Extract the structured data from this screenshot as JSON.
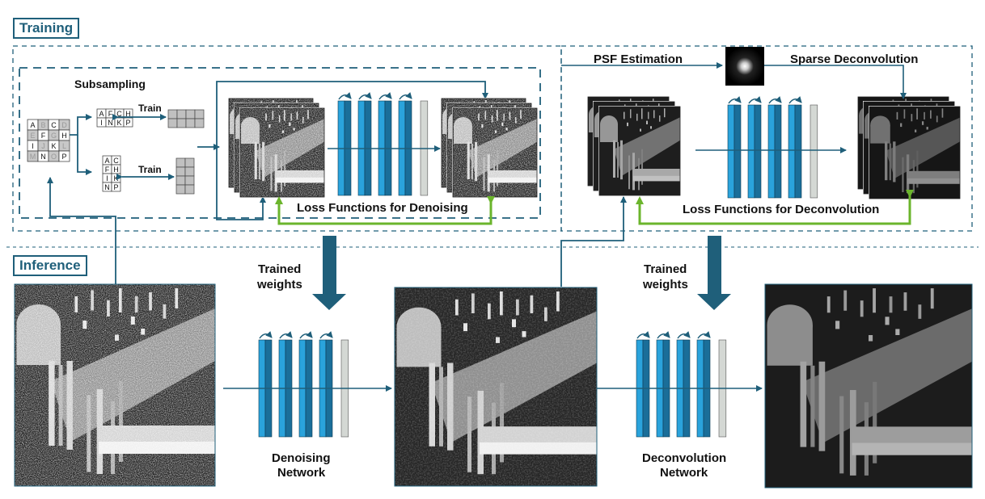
{
  "sections": {
    "training": "Training",
    "inference": "Inference"
  },
  "labels": {
    "subsampling": "Subsampling",
    "train_top": "Train",
    "train_bottom": "Train",
    "psf_estimation": "PSF Estimation",
    "sparse_deconvolution": "Sparse Deconvolution",
    "loss_denoising": "Loss Functions for Denoising",
    "loss_deconvolution": "Loss Functions for Deconvolution",
    "trained_weights_1a": "Trained",
    "trained_weights_1b": "weights",
    "trained_weights_2a": "Trained",
    "trained_weights_2b": "weights",
    "denoising_network_a": "Denoising",
    "denoising_network_b": "Network",
    "deconvolution_network_a": "Deconvolution",
    "deconvolution_network_b": "Network"
  },
  "grid_main": [
    [
      "A",
      "B",
      "C",
      "D"
    ],
    [
      "E",
      "F",
      "G",
      "H"
    ],
    [
      "I",
      "J",
      "K",
      "L"
    ],
    [
      "M",
      "N",
      "O",
      "P"
    ]
  ],
  "grid_row_subset": [
    [
      "A",
      "F",
      "C",
      "H"
    ],
    [
      "I",
      "N",
      "K",
      "P"
    ]
  ],
  "grid_col_subset": [
    [
      "A",
      "C"
    ],
    [
      "F",
      "H"
    ],
    [
      "I",
      "K"
    ],
    [
      "N",
      "P"
    ]
  ],
  "colors": {
    "accent": "#1f5f7a",
    "layer_light": "#2aa3dc",
    "layer_dark": "#1a6e99",
    "final_layer": "#d4d8d4",
    "loss_arrow": "#6bb52c"
  }
}
